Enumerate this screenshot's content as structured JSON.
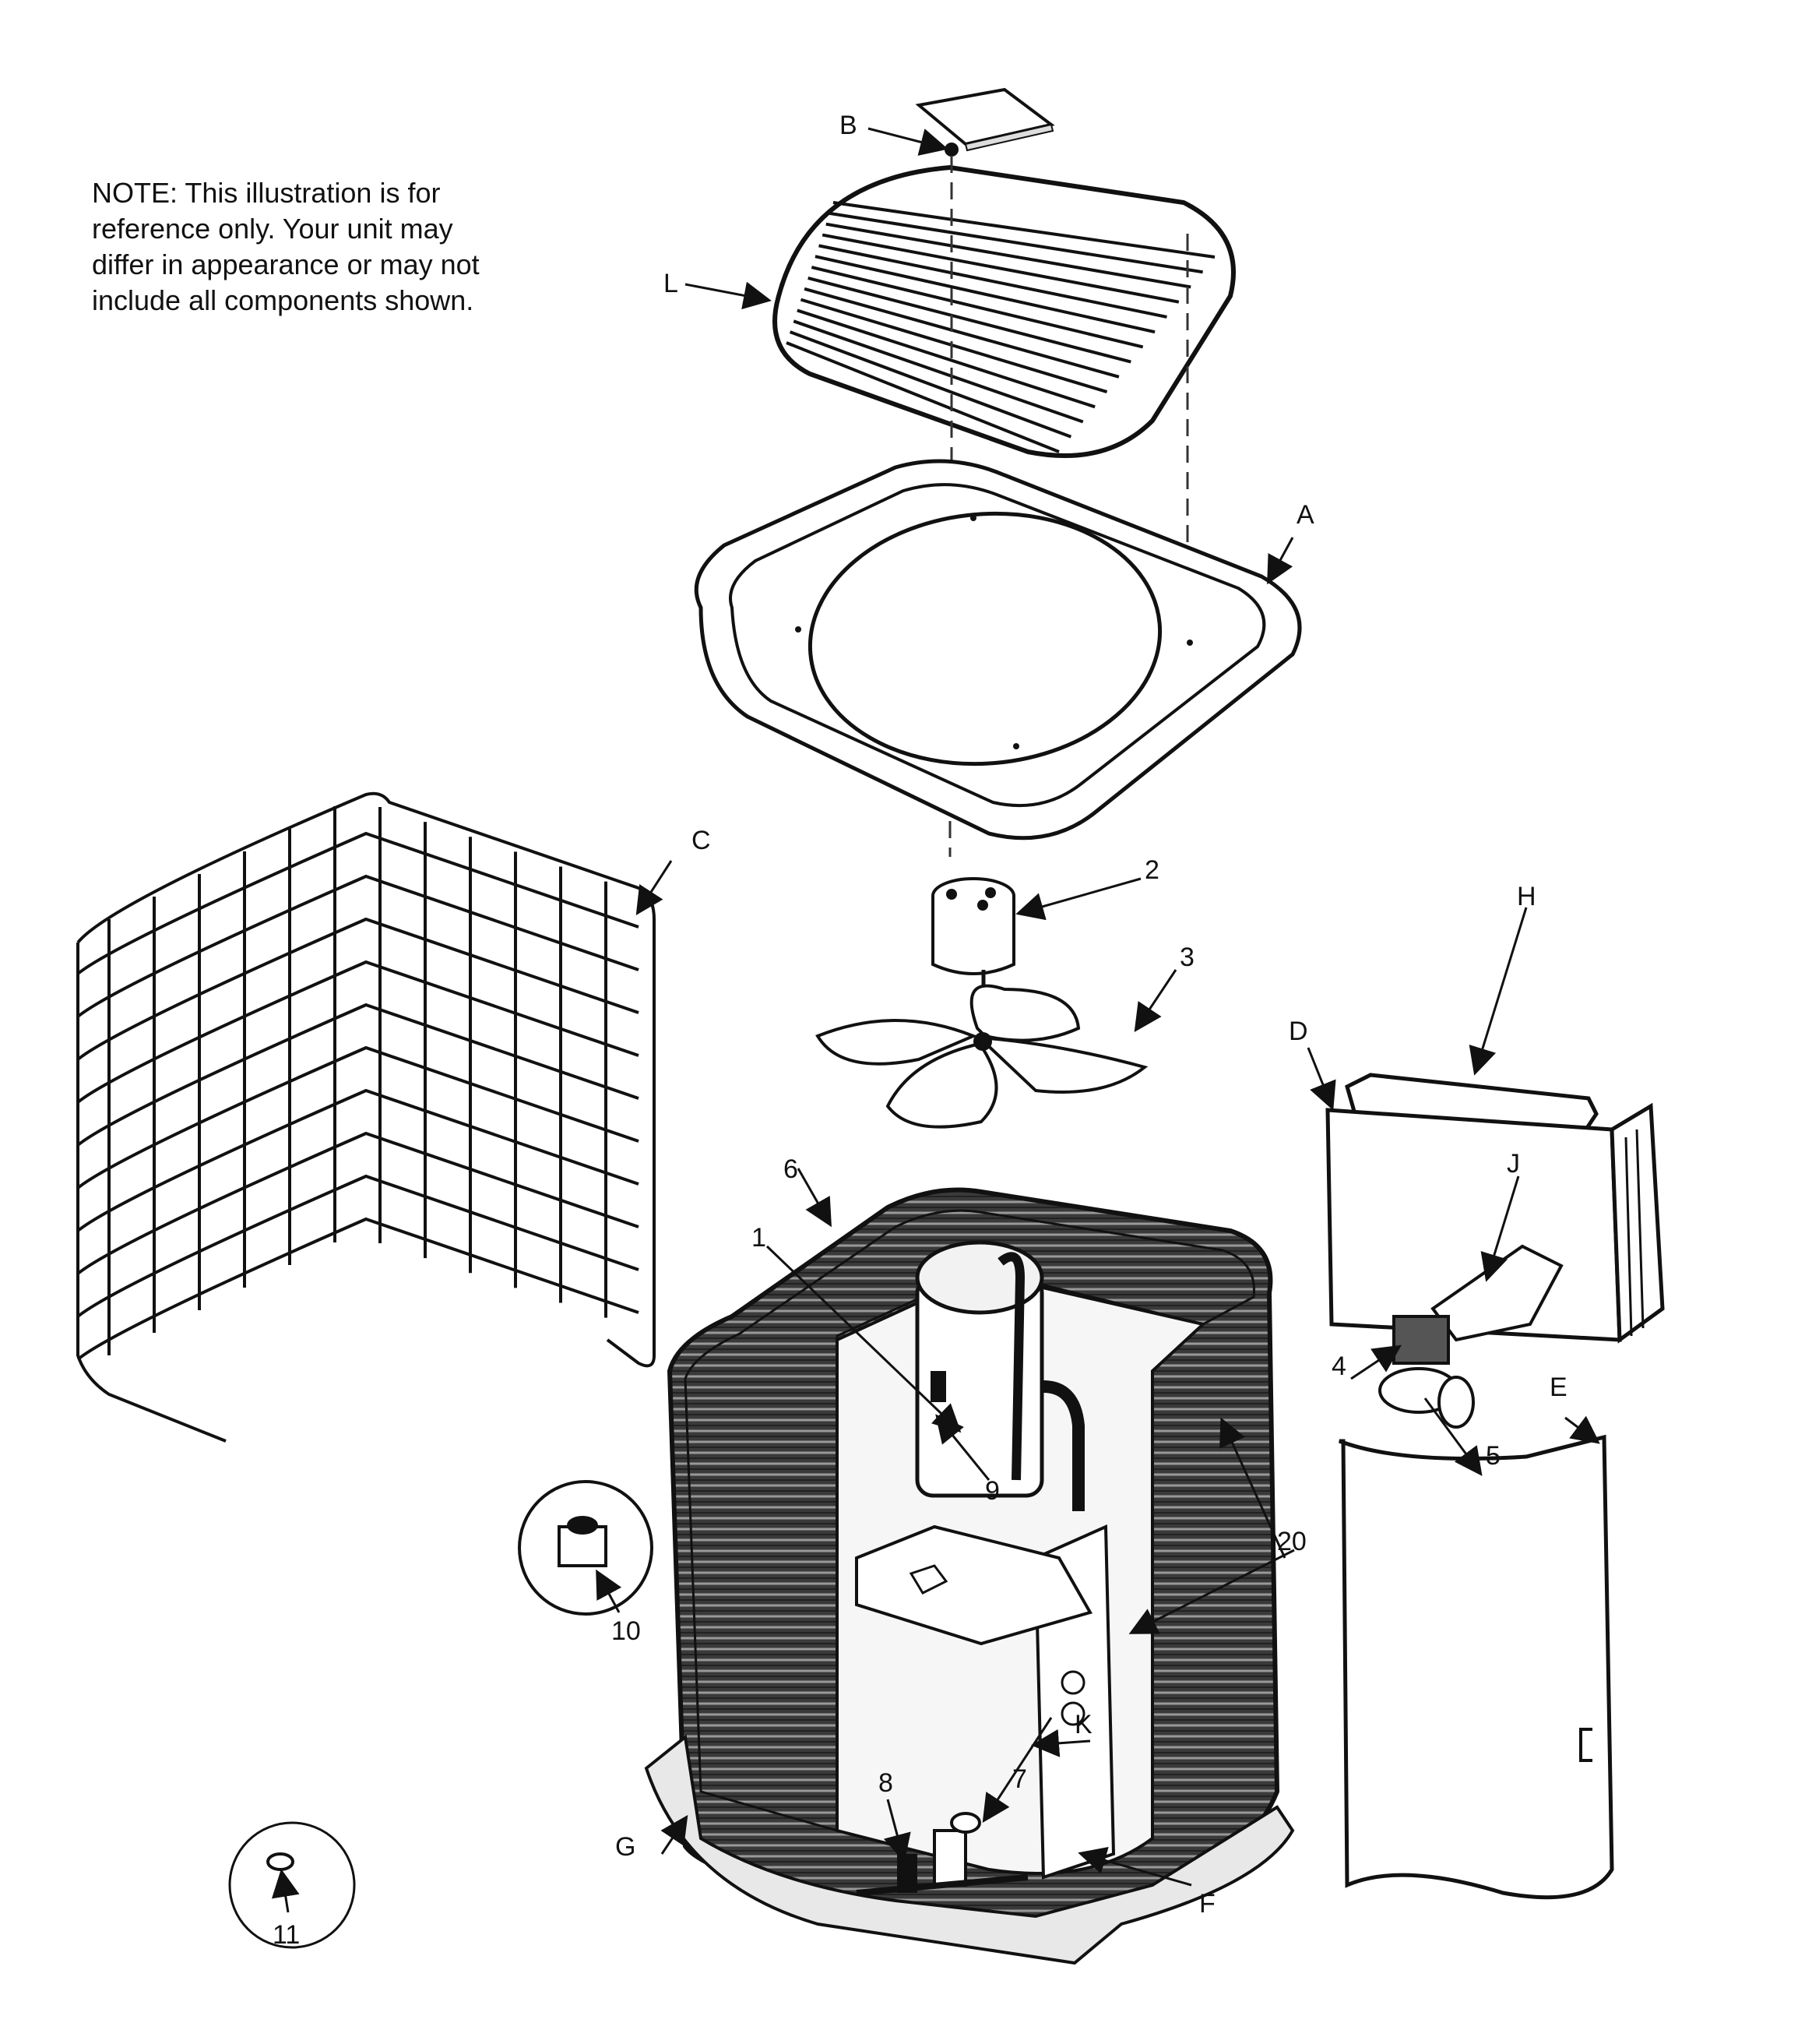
{
  "note": {
    "line1": "NOTE:      This illustration is for",
    "line2": "reference only.    Your unit may",
    "line3": "differ in appearance or may not",
    "line4": "include all components shown."
  },
  "callouts": {
    "A": "A",
    "B": "B",
    "C": "C",
    "D": "D",
    "E": "E",
    "F": "F",
    "G": "G",
    "H": "H",
    "J": "J",
    "K": "K",
    "L": "L",
    "n1": "1",
    "n2": "2",
    "n3": "3",
    "n4": "4",
    "n5": "5",
    "n6": "6",
    "n7": "7",
    "n8": "8",
    "n9": "9",
    "n10": "10",
    "n11": "11",
    "n20": "20"
  }
}
